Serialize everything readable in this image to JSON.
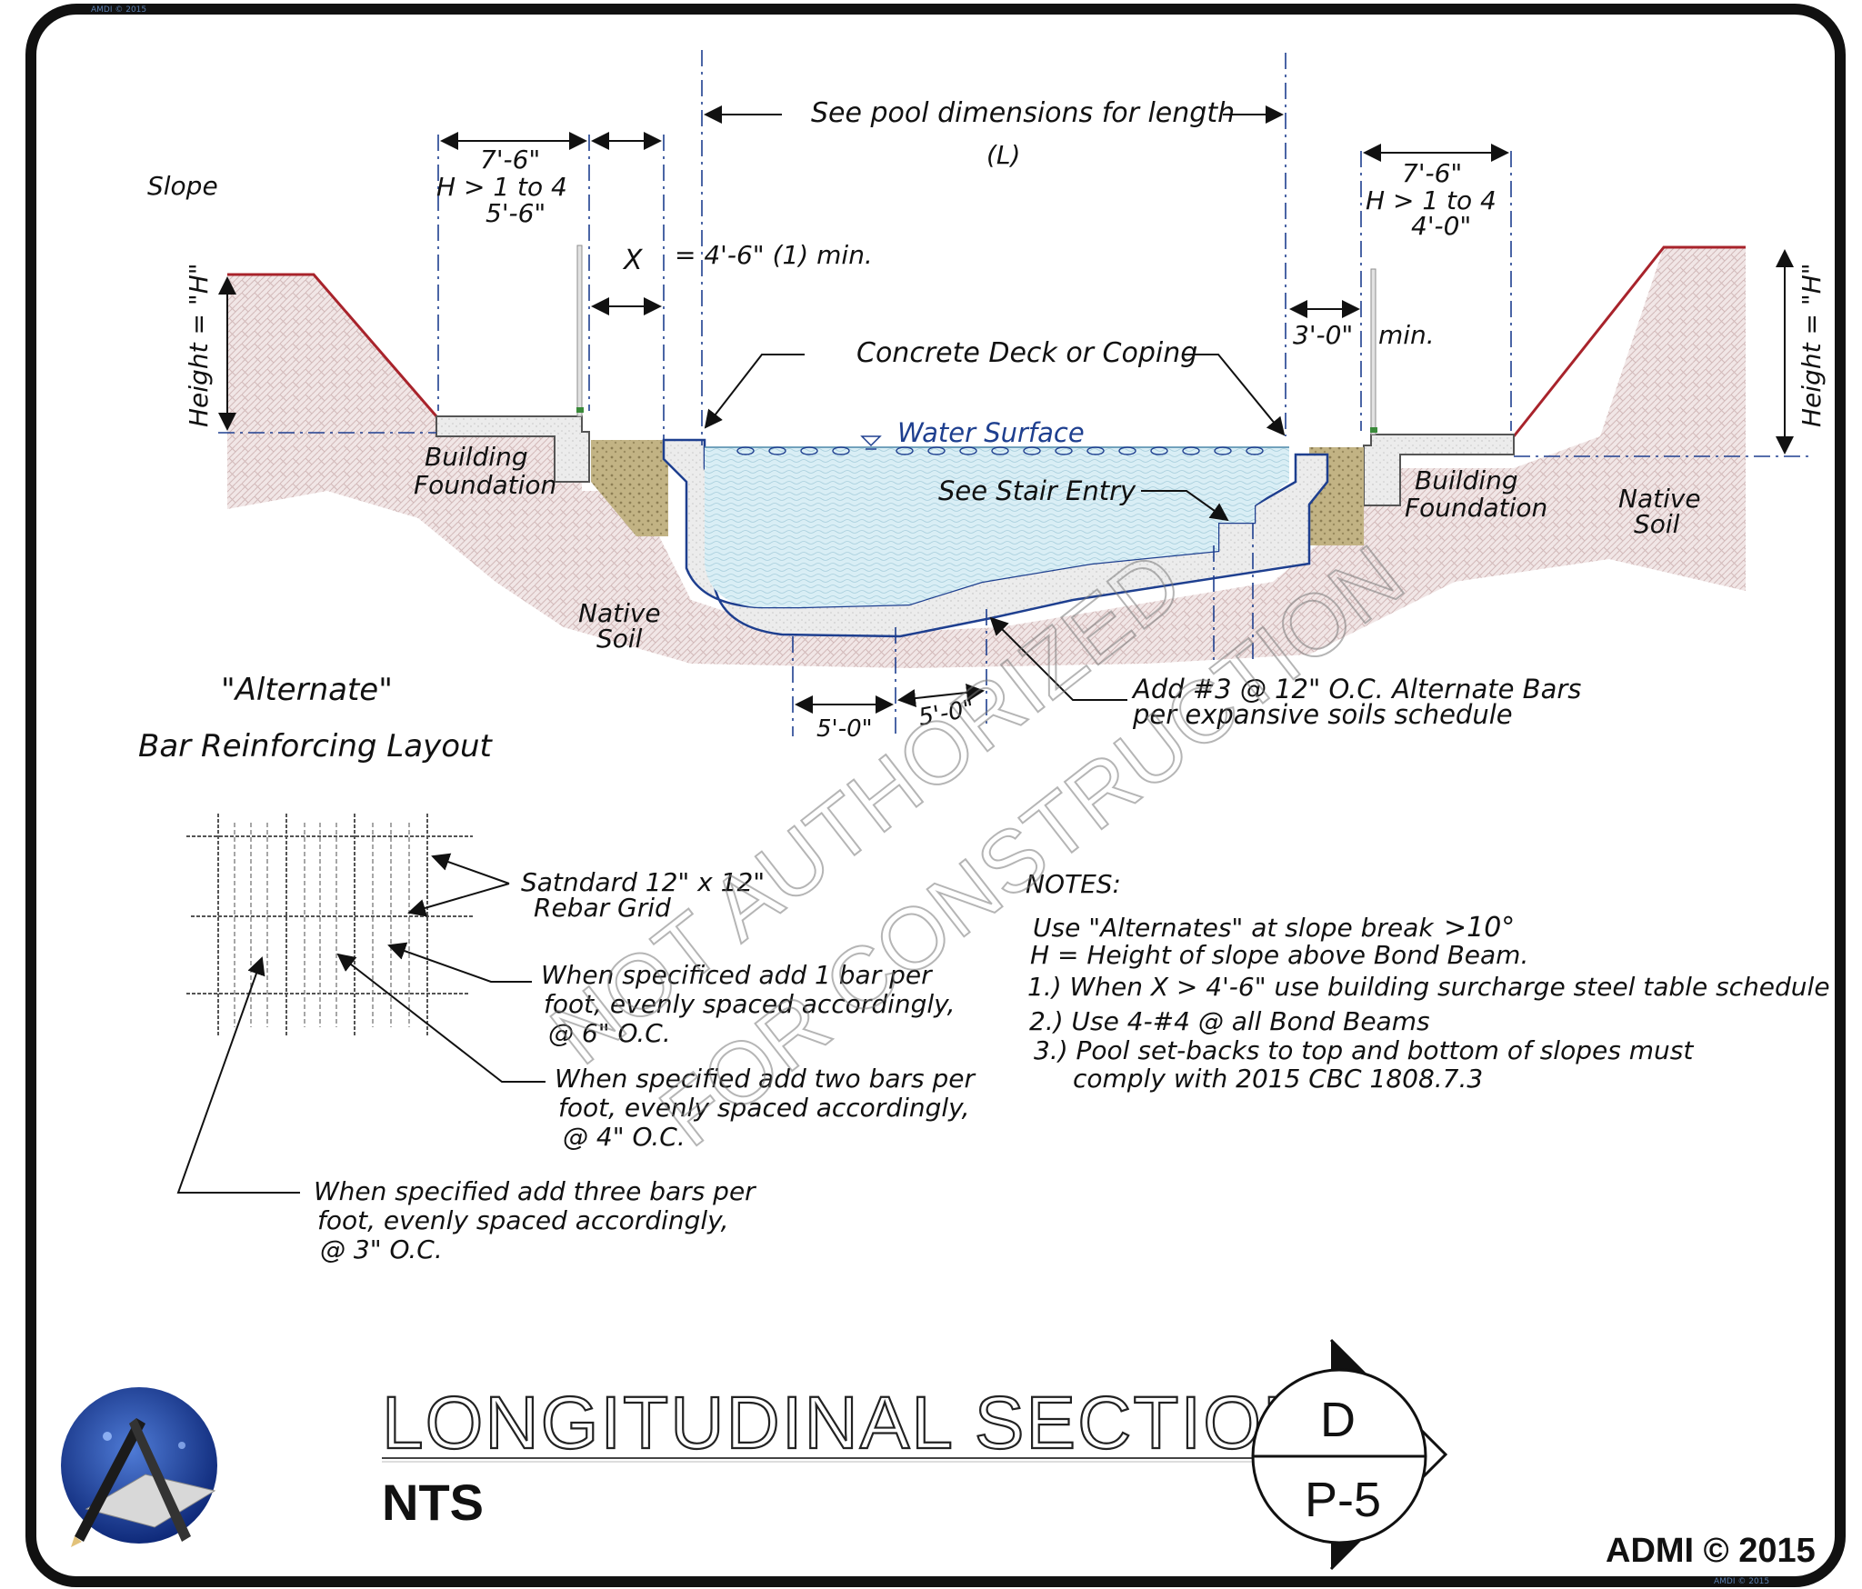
{
  "drawing": {
    "slope_label": "Slope",
    "height_label": "Height = \"H\"",
    "left_setback": {
      "top": "7'-6\"",
      "middle": "H >  1 to 4",
      "bottom": "5'-6\""
    },
    "right_setback": {
      "top": "7'-6\"",
      "middle": "H >  1 to 4",
      "bottom": "4'-0\""
    },
    "pool_length_note": "See pool dimensions for length",
    "pool_length_symbol": "(L)",
    "x_symbol": "X",
    "x_equation": "= 4'-6\"  (1) min.",
    "right_min": "3'-0\"",
    "right_min_suffix": "min.",
    "deck_label": "Concrete Deck or Coping",
    "water_label": "Water Surface",
    "stair_label": "See Stair Entry",
    "building_foundation_line1": "Building",
    "building_foundation_line2": "Foundation",
    "native_line1": "Native",
    "native_line2": "Soil",
    "floor_dim_1": "5'-0\"",
    "floor_dim_2": "5'-0\"",
    "alt_bars_line1": "Add #3 @ 12\" O.C. Alternate Bars",
    "alt_bars_line2": "per expansive soils schedule"
  },
  "rebar": {
    "title_line1": "\"Alternate\"",
    "title_line2": "Bar Reinforcing Layout",
    "grid_line1": "Satndard 12\" x 12\"",
    "grid_line2": "Rebar Grid",
    "one_bar": [
      "When specificed add 1 bar per",
      "foot, evenly spaced accordingly,",
      "@ 6\" O.C."
    ],
    "two_bars": [
      "When specified add two bars per",
      "foot, evenly spaced accordingly,",
      "@ 4\" O.C."
    ],
    "three_bars": [
      "When specified add three bars per",
      "foot, evenly spaced accordingly,",
      "@ 3\" O.C."
    ]
  },
  "notes": {
    "heading": "NOTES:",
    "line1_text": "Use \"Alternates\" at slope break",
    "line1_value": ">10°",
    "line2": "H = Height of slope above Bond Beam.",
    "line3": "1.) When X > 4'-6\" use building surcharge steel table schedule",
    "line4": "2.) Use 4-#4 @ all Bond Beams",
    "line5": "3.) Pool set-backs to top and bottom of slopes must",
    "line6": "comply with 2015 CBC 1808.7.3"
  },
  "watermark": {
    "line1": "NOT AUTHORIZED",
    "line2": "FOR CONSTRUCTION"
  },
  "title_block": {
    "title": "LONGITUDINAL SECTION",
    "scale": "NTS",
    "detail_letter": "D",
    "sheet": "P-5",
    "copyright": "ADMI © 2015",
    "tiny_mark": "AMDI © 2015"
  },
  "colors": {
    "frame": "#111111",
    "soil_fill": "#f1e6e6",
    "water": "#d9eef5",
    "gravel": "#b8a77c",
    "pool_line": "#1e3f8f",
    "slope_line": "#a8232b",
    "accent_green": "#3a8a3a"
  },
  "icons": {
    "logo": "admi-logo-icon"
  }
}
